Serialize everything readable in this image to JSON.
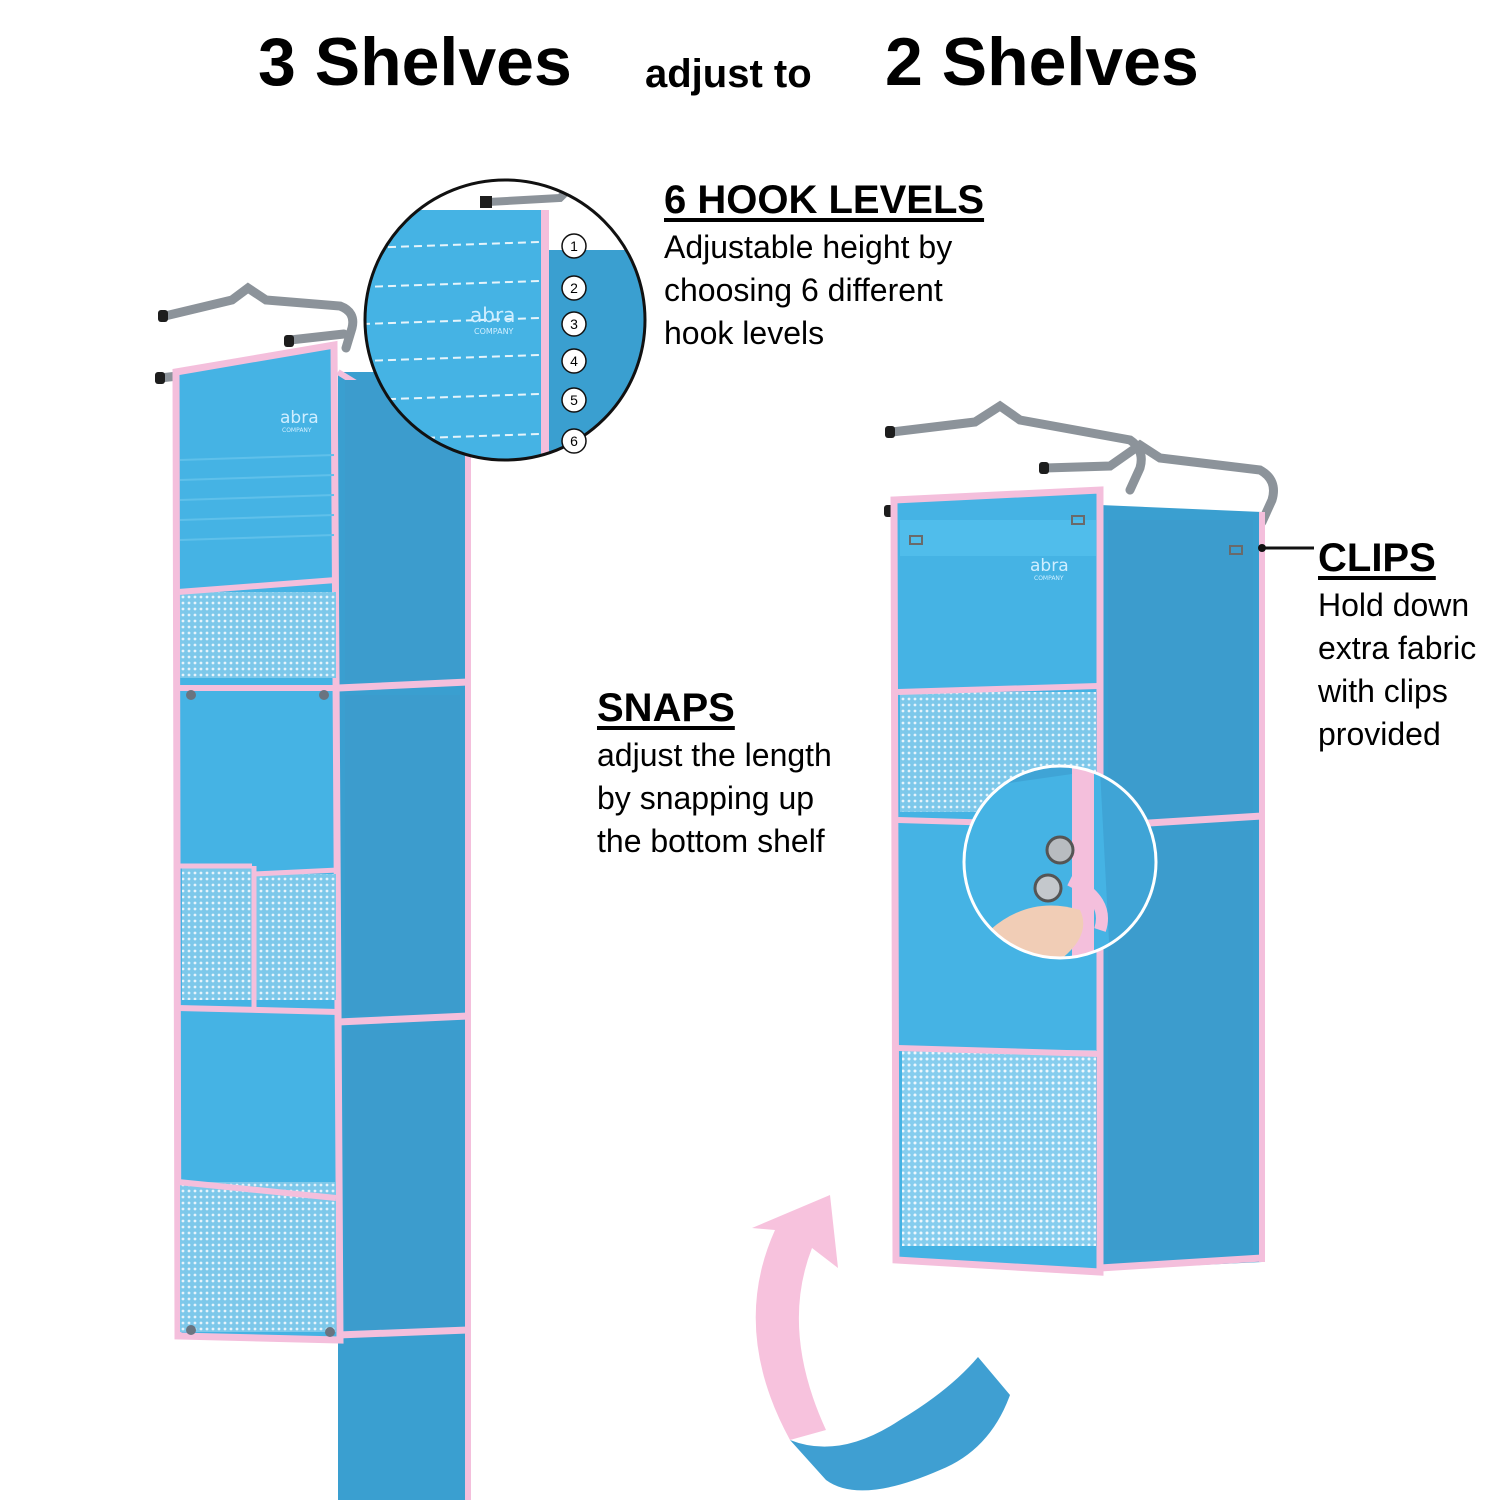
{
  "header": {
    "left_title": "3 Shelves",
    "connector": "adjust to",
    "right_title": "2 Shelves"
  },
  "callouts": {
    "hook_levels": {
      "heading": "6 HOOK LEVELS",
      "lines": [
        "Adjustable height by",
        "choosing 6 different",
        "hook levels"
      ]
    },
    "clips": {
      "heading": "CLIPS",
      "lines": [
        "Hold down",
        "extra fabric",
        "with clips",
        "provided"
      ]
    },
    "snaps": {
      "heading": "SNAPS",
      "lines": [
        "adjust the length",
        "by snapping up",
        "the bottom shelf"
      ]
    }
  },
  "hook_level_markers": [
    "1",
    "2",
    "3",
    "4",
    "5",
    "6"
  ],
  "brand": {
    "name": "abra",
    "sub": "COMPANY"
  },
  "colors": {
    "fabric_blue": "#45b3e4",
    "fabric_side": "#3a9fd0",
    "trim_pink": "#f4bfdc",
    "hanger_gray": "#8c939a",
    "arrow_pink": "#f7c2dd",
    "arrow_blue": "#3f9fd2"
  }
}
